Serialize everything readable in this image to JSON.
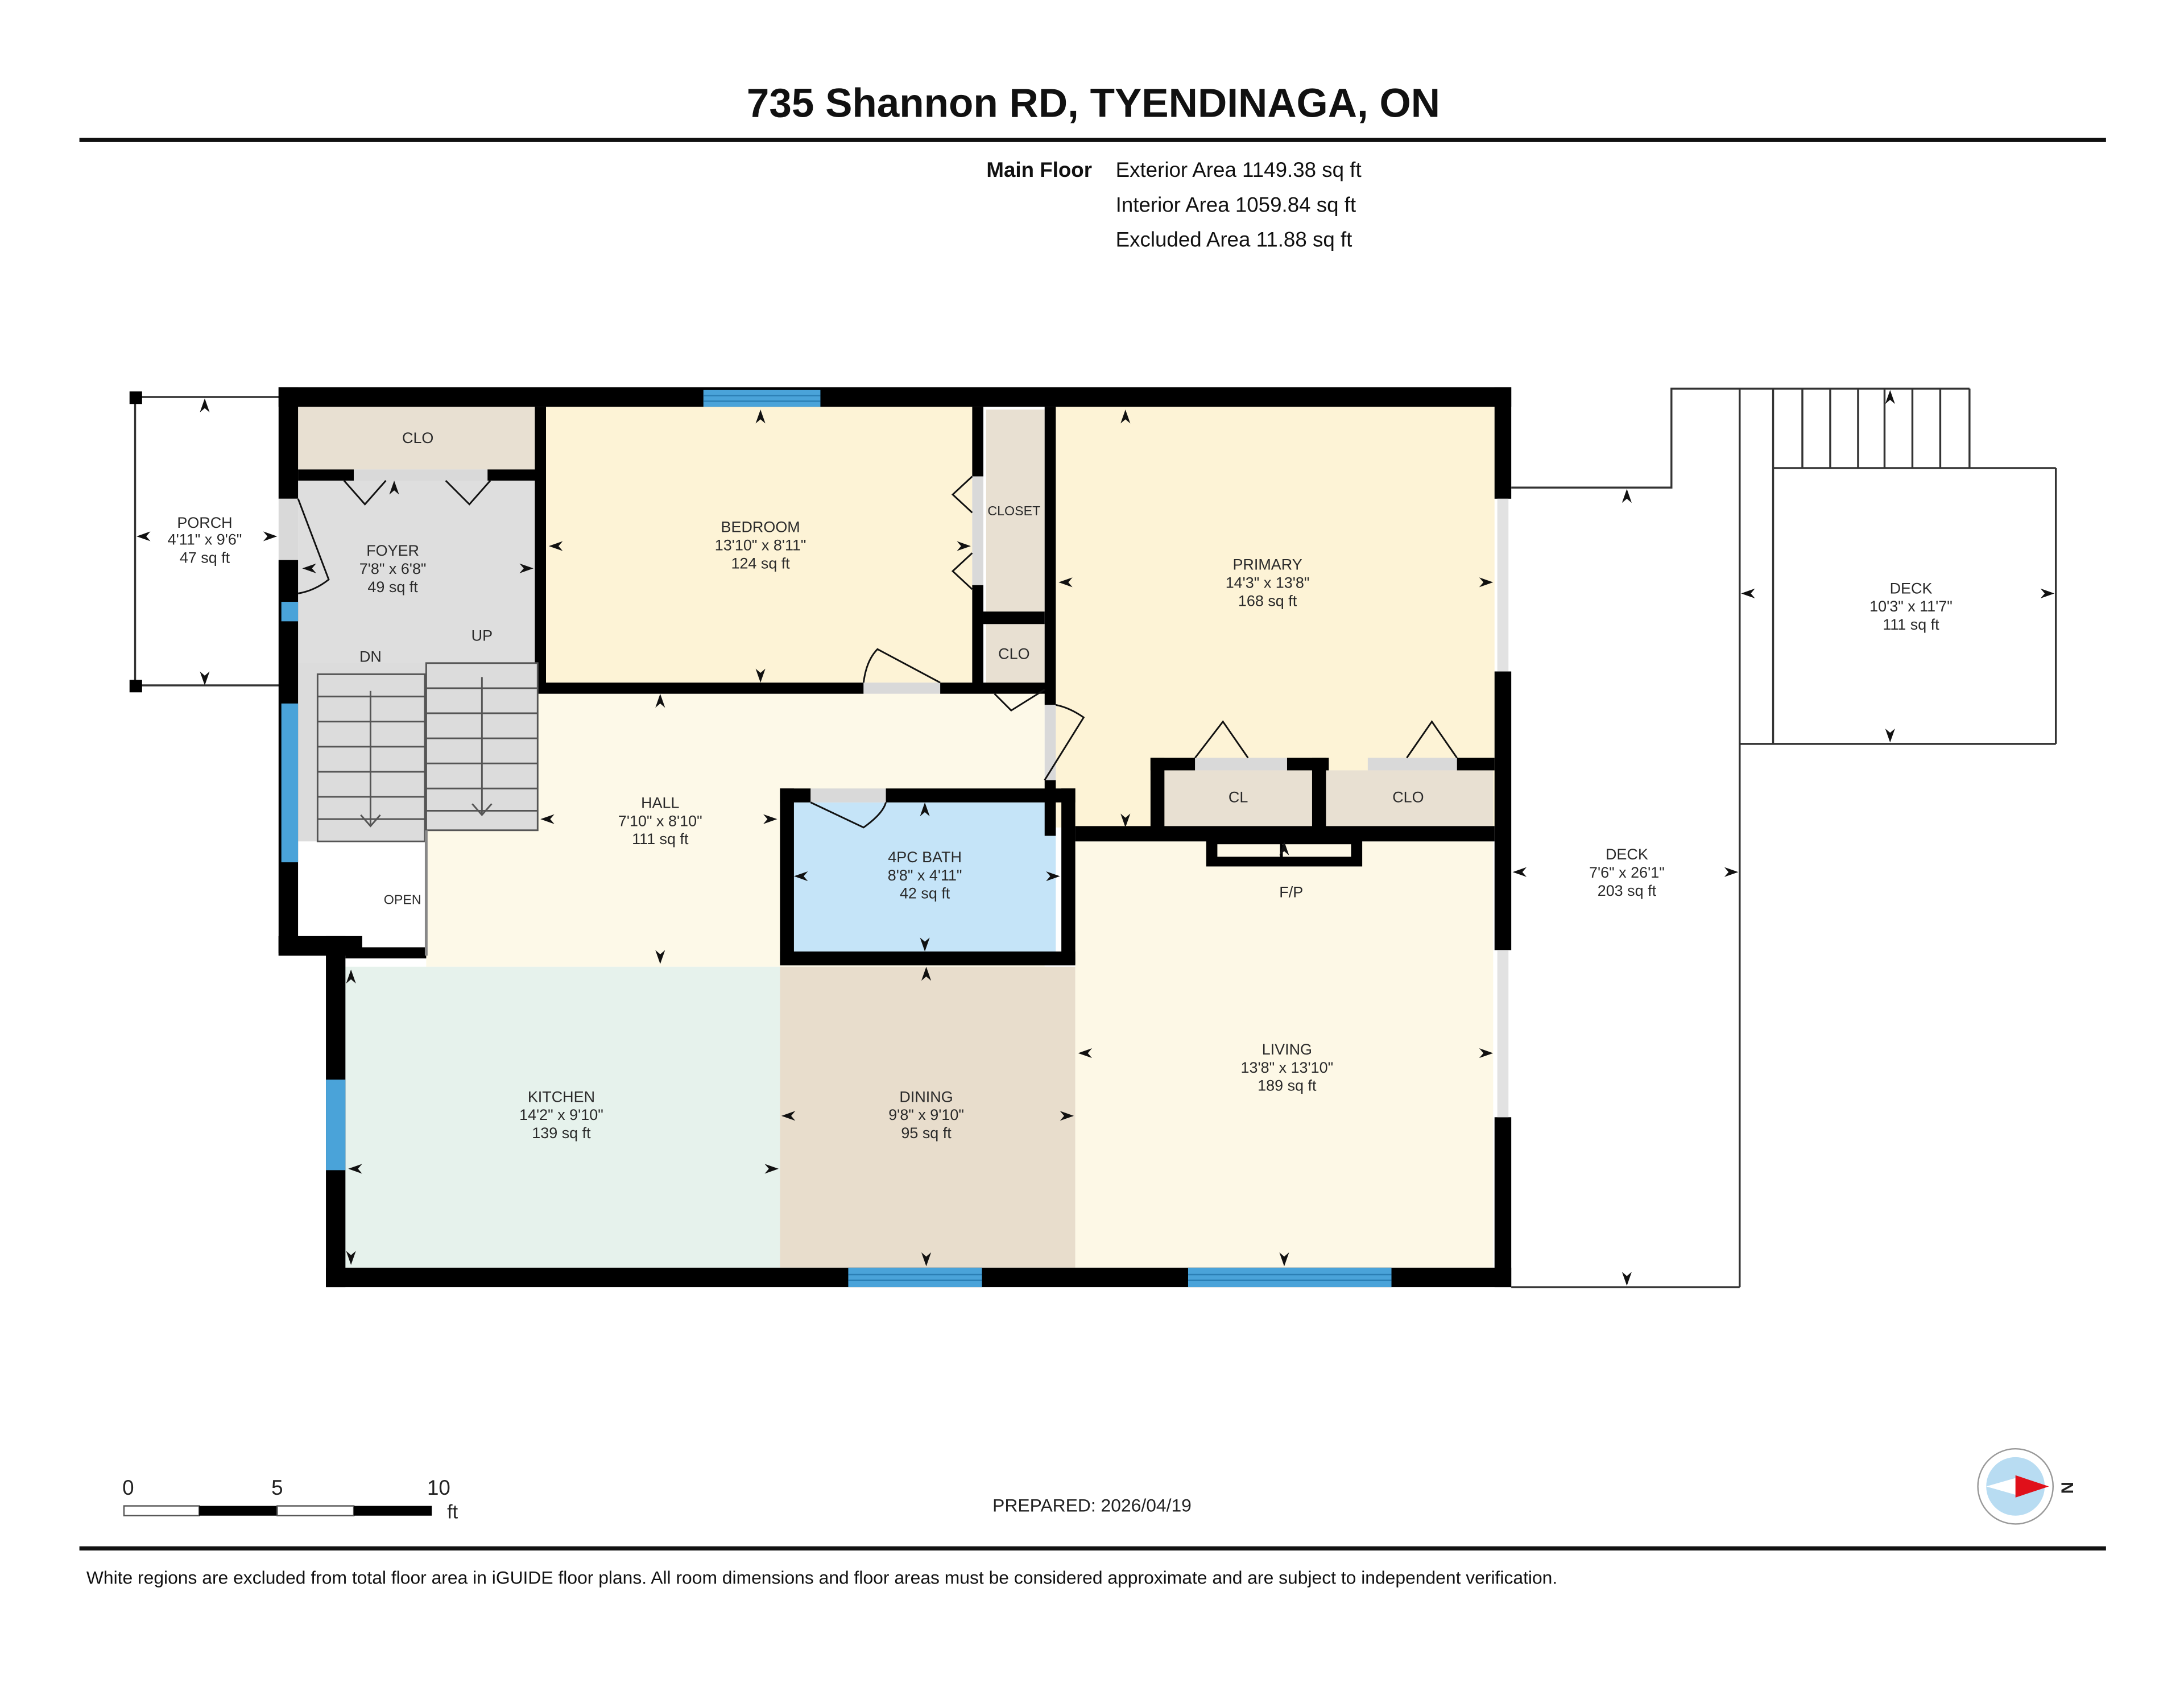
{
  "header": {
    "title": "735 Shannon RD, TYENDINAGA, ON",
    "floor_name": "Main Floor",
    "areas": [
      "Exterior Area 1149.38 sq ft",
      "Interior Area 1059.84 sq ft",
      "Excluded Area 11.88 sq ft"
    ]
  },
  "rooms": {
    "porch": {
      "name": "PORCH",
      "dims": "4'11\" x 9'6\"",
      "area": "47 sq ft",
      "color": "#ffffff"
    },
    "foyer": {
      "name": "FOYER",
      "dims": "7'8\" x 6'8\"",
      "area": "49 sq ft",
      "color": "#dedede"
    },
    "foyer_clo": {
      "name": "CLO",
      "color": "#e8e0d2"
    },
    "bedroom": {
      "name": "BEDROOM",
      "dims": "13'10\" x 8'11\"",
      "area": "124 sq ft",
      "color": "#fdf3d6"
    },
    "closet": {
      "name": "CLOSET",
      "color": "#e8e0d2"
    },
    "hall_clo": {
      "name": "CLO",
      "color": "#e8e0d2"
    },
    "primary": {
      "name": "PRIMARY",
      "dims": "14'3\" x 13'8\"",
      "area": "168 sq ft",
      "color": "#fdf3d6"
    },
    "primary_cl": {
      "name": "CL",
      "color": "#e8e0d2"
    },
    "primary_clo": {
      "name": "CLO",
      "color": "#e8e0d2"
    },
    "hall": {
      "name": "HALL",
      "dims": "7'10\" x 8'10\"",
      "area": "111 sq ft",
      "color": "#fdf9e8"
    },
    "bath": {
      "name": "4PC BATH",
      "dims": "8'8\" x 4'11\"",
      "area": "42 sq ft",
      "color": "#c5e4f8"
    },
    "kitchen": {
      "name": "KITCHEN",
      "dims": "14'2\" x 9'10\"",
      "area": "139 sq ft",
      "color": "#e6f2ec"
    },
    "dining": {
      "name": "DINING",
      "dims": "9'8\" x 9'10\"",
      "area": "95 sq ft",
      "color": "#e8ddcc"
    },
    "living": {
      "name": "LIVING",
      "dims": "13'8\" x 13'10\"",
      "area": "189 sq ft",
      "color": "#fdf8e6"
    },
    "fireplace": {
      "name": "F/P"
    },
    "deck_side": {
      "name": "DECK",
      "dims": "7'6\" x 26'1\"",
      "area": "203 sq ft",
      "color": "#ffffff"
    },
    "deck_upper": {
      "name": "DECK",
      "dims": "10'3\" x 11'7\"",
      "area": "111 sq ft",
      "color": "#ffffff"
    }
  },
  "stairs": {
    "down_label": "DN",
    "up_label": "UP",
    "open_label": "OPEN",
    "color": "#dcdcdc"
  },
  "colors": {
    "wall": "#000000",
    "window": "#4aa3d9",
    "door_gap": "#d9d9d9"
  },
  "scale_bar": {
    "ticks": [
      "0",
      "5",
      "10"
    ],
    "unit": "ft"
  },
  "prepared": "PREPARED: 2026/04/19",
  "compass": {
    "label": "N",
    "icon": "compass-icon",
    "needle_color": "#e0101a",
    "dial_color": "#b8dcf2"
  },
  "footer": {
    "disclaimer": "White regions are excluded from total floor area in iGUIDE floor plans. All room dimensions and floor areas must be considered approximate and are subject to independent verification."
  }
}
